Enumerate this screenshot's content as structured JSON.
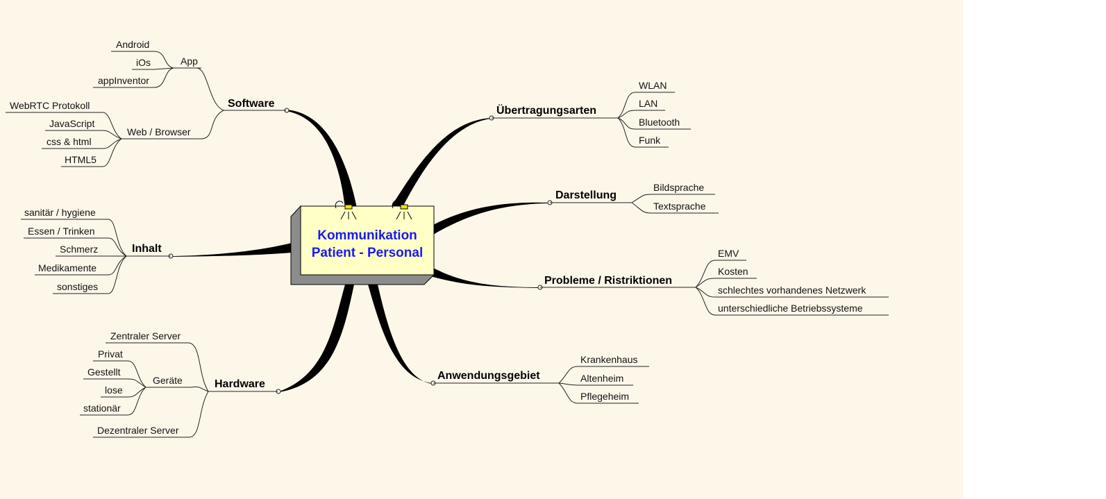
{
  "center": {
    "line1": "Kommunikation",
    "line2": "Patient - Personal"
  },
  "branches": {
    "software": {
      "label": "Software",
      "children": {
        "app": {
          "label": "App",
          "items": [
            "Android",
            "iOs",
            "appInventor"
          ]
        },
        "web": {
          "label": "Web / Browser",
          "items": [
            "WebRTC Protokoll",
            "JavaScript",
            "css & html",
            "HTML5"
          ]
        }
      }
    },
    "inhalt": {
      "label": "Inhalt",
      "items": [
        "sanitär / hygiene",
        "Essen / Trinken",
        "Schmerz",
        "Medikamente",
        "sonstiges"
      ]
    },
    "hardware": {
      "label": "Hardware",
      "zentral": "Zentraler Server",
      "geraete": {
        "label": "Geräte",
        "items": [
          "Privat",
          "Gestellt",
          "lose",
          "stationär"
        ]
      },
      "dezentral": "Dezentraler Server"
    },
    "uebertragung": {
      "label": "Übertragungsarten",
      "items": [
        "WLAN",
        "LAN",
        "Bluetooth",
        "Funk"
      ]
    },
    "darstellung": {
      "label": "Darstellung",
      "items": [
        "Bildsprache",
        "Textsprache"
      ]
    },
    "probleme": {
      "label": "Probleme / Ristriktionen",
      "items": [
        "EMV",
        "Kosten",
        "schlechtes vorhandenes Netzwerk",
        "unterschiedliche Betriebssysteme"
      ]
    },
    "anwendung": {
      "label": "Anwendungsgebiet",
      "items": [
        "Krankenhaus",
        "Altenheim",
        "Pflegeheim"
      ]
    }
  },
  "colors": {
    "background": "#fdf7ea",
    "center_box": "#ffffc6",
    "center_shadow": "#8c8c8c",
    "center_text": "#1a1af0",
    "lamp": "#f2e200"
  },
  "icons": [
    "lamp-icon",
    "lamp-icon"
  ]
}
